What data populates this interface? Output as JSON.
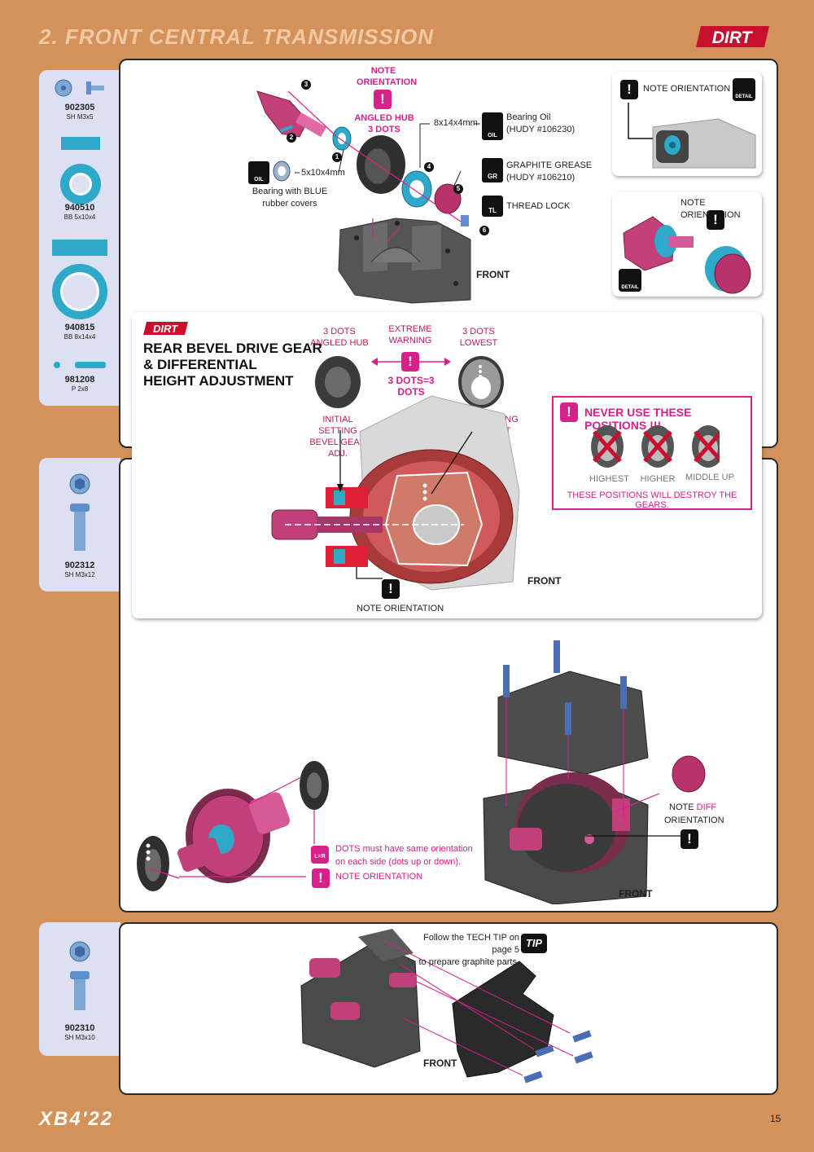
{
  "header": {
    "section_title": "2. FRONT CENTRAL TRANSMISSION",
    "brand_logo": "DIRT"
  },
  "footer": {
    "model_logo": "XB4'22",
    "page_number": "15"
  },
  "parts": [
    {
      "code": "902305",
      "desc": "SH M3x5"
    },
    {
      "code": "940510",
      "desc": "BB 5x10x4"
    },
    {
      "code": "940815",
      "desc": "BB 8x14x4"
    },
    {
      "code": "981208",
      "desc": "P 2x8"
    },
    {
      "code": "902312",
      "desc": "SH M3x12"
    },
    {
      "code": "902310",
      "desc": "SH M3x10"
    }
  ],
  "step1": {
    "note_orientation_top": "NOTE\nORIENTATION",
    "angled_hub": "ANGLED HUB\n3 DOTS",
    "bearing_8x14": "8x14x4mm",
    "bearing_oil": "Bearing Oil\n(HUDY #106230)",
    "graphite_grease": "GRAPHITE GREASE\n(HUDY #106210)",
    "thread_lock": "THREAD LOCK",
    "bearing_5x10": "5x10x4mm",
    "bearing_blue": "Bearing with BLUE\nrubber covers",
    "front": "FRONT",
    "numbers": [
      "1",
      "2",
      "3",
      "4",
      "5",
      "6"
    ],
    "hudy": "HUDY",
    "oil": "OIL",
    "gr": "GR",
    "tl": "TL",
    "detail1_note": "NOTE ORIENTATION",
    "detail2_note": "NOTE ORIENTATION",
    "detail": "DETAIL"
  },
  "dirt_box": {
    "logo": "DIRT",
    "title": "REAR BEVEL DRIVE GEAR\n& DIFFERENTIAL\nHEIGHT ADJUSTMENT",
    "left_label": "3 DOTS\nANGLED HUB",
    "center_label": "EXTREME\nWARNING",
    "right_label": "3 DOTS\nLOWEST",
    "equation": "3 DOTS=3 DOTS",
    "initial_bevel": "INITIAL SETTING\nBEVEL GEAR ADJ.",
    "initial_diff": "INITIAL SETTING\nDIFF HEIGHT ADJ.",
    "note_orientation": "NOTE ORIENTATION",
    "front": "FRONT",
    "never_title": "NEVER USE THESE POSITIONS !!!",
    "positions": [
      "HIGHEST",
      "HIGHER",
      "MIDDLE UP"
    ],
    "destroy": "THESE POSITIONS WILL DESTROY THE GEARS."
  },
  "step3": {
    "dots_note": "DOTS must have same orientation\non each side (dots up or down).",
    "lr_badge": "L=R",
    "note_orientation": "NOTE ORIENTATION",
    "note_diff_a": "NOTE ",
    "note_diff_b": "DIFF",
    "note_diff_c": "ORIENTATION",
    "front": "FRONT"
  },
  "step4": {
    "tech_tip": "Follow the TECH TIP on page 5\nto prepare graphite parts.",
    "tip": "TIP",
    "front": "FRONT"
  },
  "colors": {
    "background": "#d4925a",
    "magenta": "#d6218a",
    "blue_part": "#2fa9c9",
    "side_panel": "#dde0f2"
  }
}
